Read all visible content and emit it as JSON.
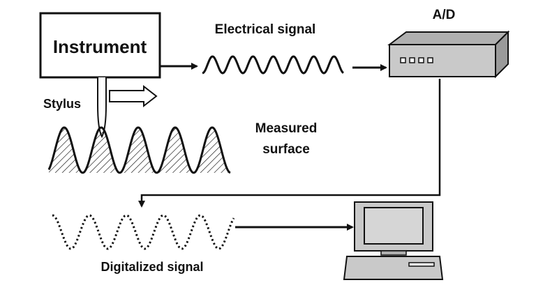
{
  "diagram": {
    "instrument_label": "Instrument",
    "stylus_label": "Stylus",
    "electrical_signal_label": "Electrical signal",
    "ad_label": "A/D",
    "measured_surface_line1": "Measured",
    "measured_surface_line2": "surface",
    "digitalized_signal_label": "Digitalized signal"
  },
  "colors": {
    "ink": "#111111",
    "device_fill": "#c9c9c9",
    "device_top": "#b0b0b0",
    "screen_fill": "#d6d6d6",
    "background": "#ffffff"
  },
  "icons": [
    "instrument-box",
    "stylus-icon",
    "motion-arrow-icon",
    "ad-converter-icon",
    "computer-icon",
    "arrow-icon"
  ]
}
